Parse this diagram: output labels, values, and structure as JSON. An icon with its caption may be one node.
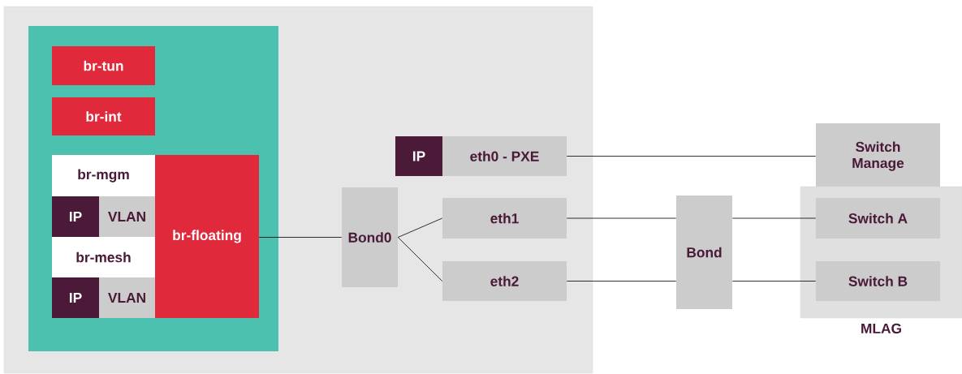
{
  "diagram": {
    "nodes": [
      {
        "text": [],
        "shape": "box"
      },
      {
        "text": [],
        "shape": "box",
        "in": 0
      },
      {
        "text": [
          "br-tun"
        ],
        "in": 1
      },
      {
        "text": [
          "br-int"
        ],
        "in": 1
      },
      {
        "text": [
          "br-mgm"
        ],
        "in": 1
      },
      {
        "text": [
          "IP"
        ],
        "in": 1
      },
      {
        "text": [
          "VLAN"
        ],
        "in": 1
      },
      {
        "text": [
          "br-mesh"
        ],
        "in": 1
      },
      {
        "text": [
          "IP"
        ],
        "in": 1
      },
      {
        "text": [
          "VLAN"
        ],
        "in": 1
      },
      {
        "text": [
          "br-floating"
        ],
        "in": 1
      },
      {
        "text": [
          "IP"
        ],
        "in": 0
      },
      {
        "text": [
          "eth0 - PXE"
        ],
        "in": 0
      },
      {
        "text": [
          "Bond0"
        ],
        "in": 0
      },
      {
        "text": [
          "eth1"
        ],
        "in": 0
      },
      {
        "text": [
          "eth2"
        ],
        "in": 0
      },
      {
        "text": [
          "Bond"
        ]
      },
      {
        "text": [
          "Switch Manage"
        ]
      },
      {
        "text": [
          "MLAG"
        ]
      },
      {
        "text": [
          "Switch A"
        ],
        "in": 18
      },
      {
        "text": [
          "Switch B"
        ],
        "in": 18
      }
    ],
    "edges": [
      {
        "from": 10,
        "to": 13,
        "arrow": "none"
      },
      {
        "from": 13,
        "to": 14,
        "arrow": "none"
      },
      {
        "from": 13,
        "to": 15,
        "arrow": "none"
      },
      {
        "from": 12,
        "to": 17,
        "arrow": "none"
      },
      {
        "from": 14,
        "to": 16,
        "arrow": "none"
      },
      {
        "from": 16,
        "to": 19,
        "arrow": "none"
      },
      {
        "from": 15,
        "to": 16,
        "arrow": "none"
      },
      {
        "from": 16,
        "to": 20,
        "arrow": "none"
      }
    ]
  }
}
